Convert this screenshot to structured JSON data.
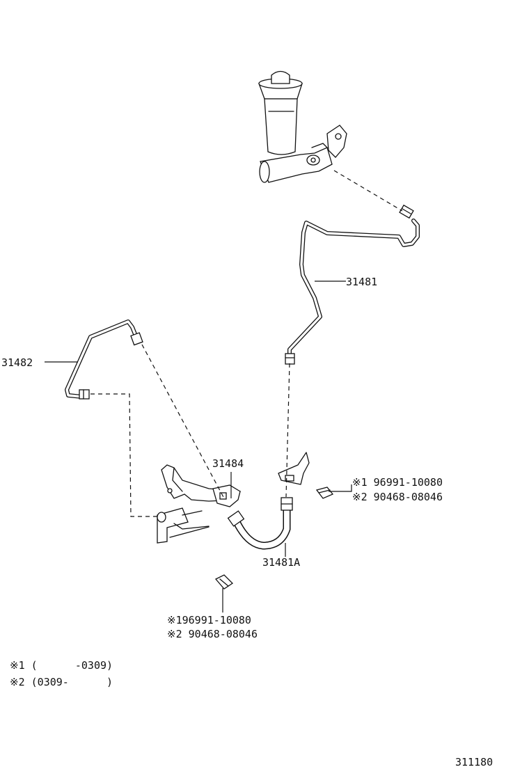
{
  "labels": {
    "p31481": "31481",
    "p31482": "31482",
    "p31484": "31484",
    "p31481a": "31481A",
    "clip_right_1": "※1 96991-10080",
    "clip_right_2": "※2 90468-08046",
    "clip_bottom_1": "※196991-10080",
    "clip_bottom_2": "※2 90468-08046",
    "note_1": "※1 (      -0309)",
    "note_2": "※2 (0309-      )",
    "figure_number": "311180"
  }
}
